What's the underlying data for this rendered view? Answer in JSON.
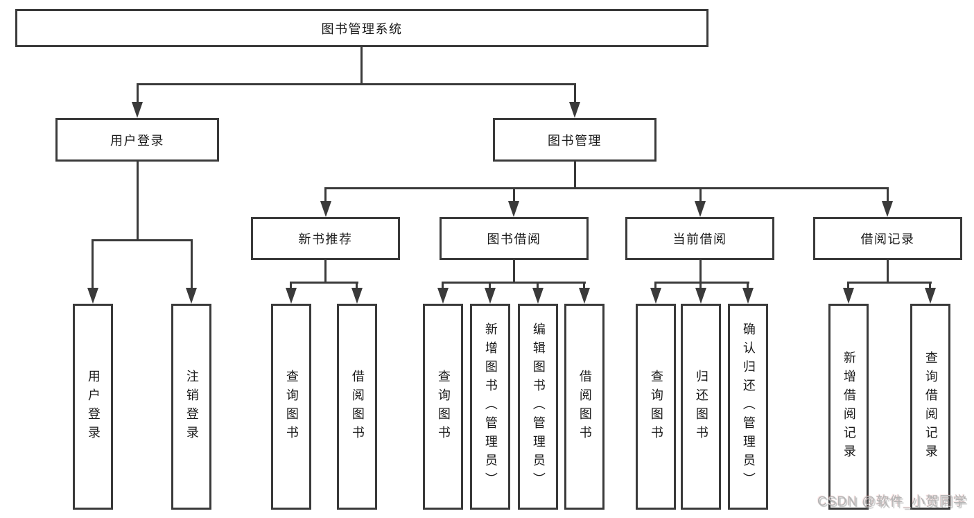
{
  "diagram": {
    "root": {
      "label": "图书管理系统"
    },
    "level2": [
      "用户登录",
      "图书管理"
    ],
    "level3": [
      "新书推荐",
      "图书借阅",
      "当前借阅",
      "借阅记录"
    ],
    "leaves": {
      "user_login": [
        "用户登录",
        "注销登录"
      ],
      "new_books": [
        "查询图书",
        "借阅图书"
      ],
      "book_borrowing": [
        "查询图书",
        "新增图书（管理员）",
        "编辑图书（管理员）",
        "借阅图书"
      ],
      "current_borrowing": [
        "查询图书",
        "归还图书",
        "确认归还（管理员）"
      ],
      "borrowing_records": [
        "新增借阅记录",
        "查询借阅记录"
      ]
    },
    "icons": {
      "arrowhead": "solid-triangle-down-css-border"
    },
    "colors": {
      "line": "#3a3a3a",
      "box_border": "#3a3a3a",
      "box_fill": "#ffffff",
      "text": "#1a1a1a",
      "background": "#ffffff",
      "watermark": "#b5b5b5"
    }
  },
  "watermark": {
    "text": "CSDN @软件_小贺同学"
  }
}
